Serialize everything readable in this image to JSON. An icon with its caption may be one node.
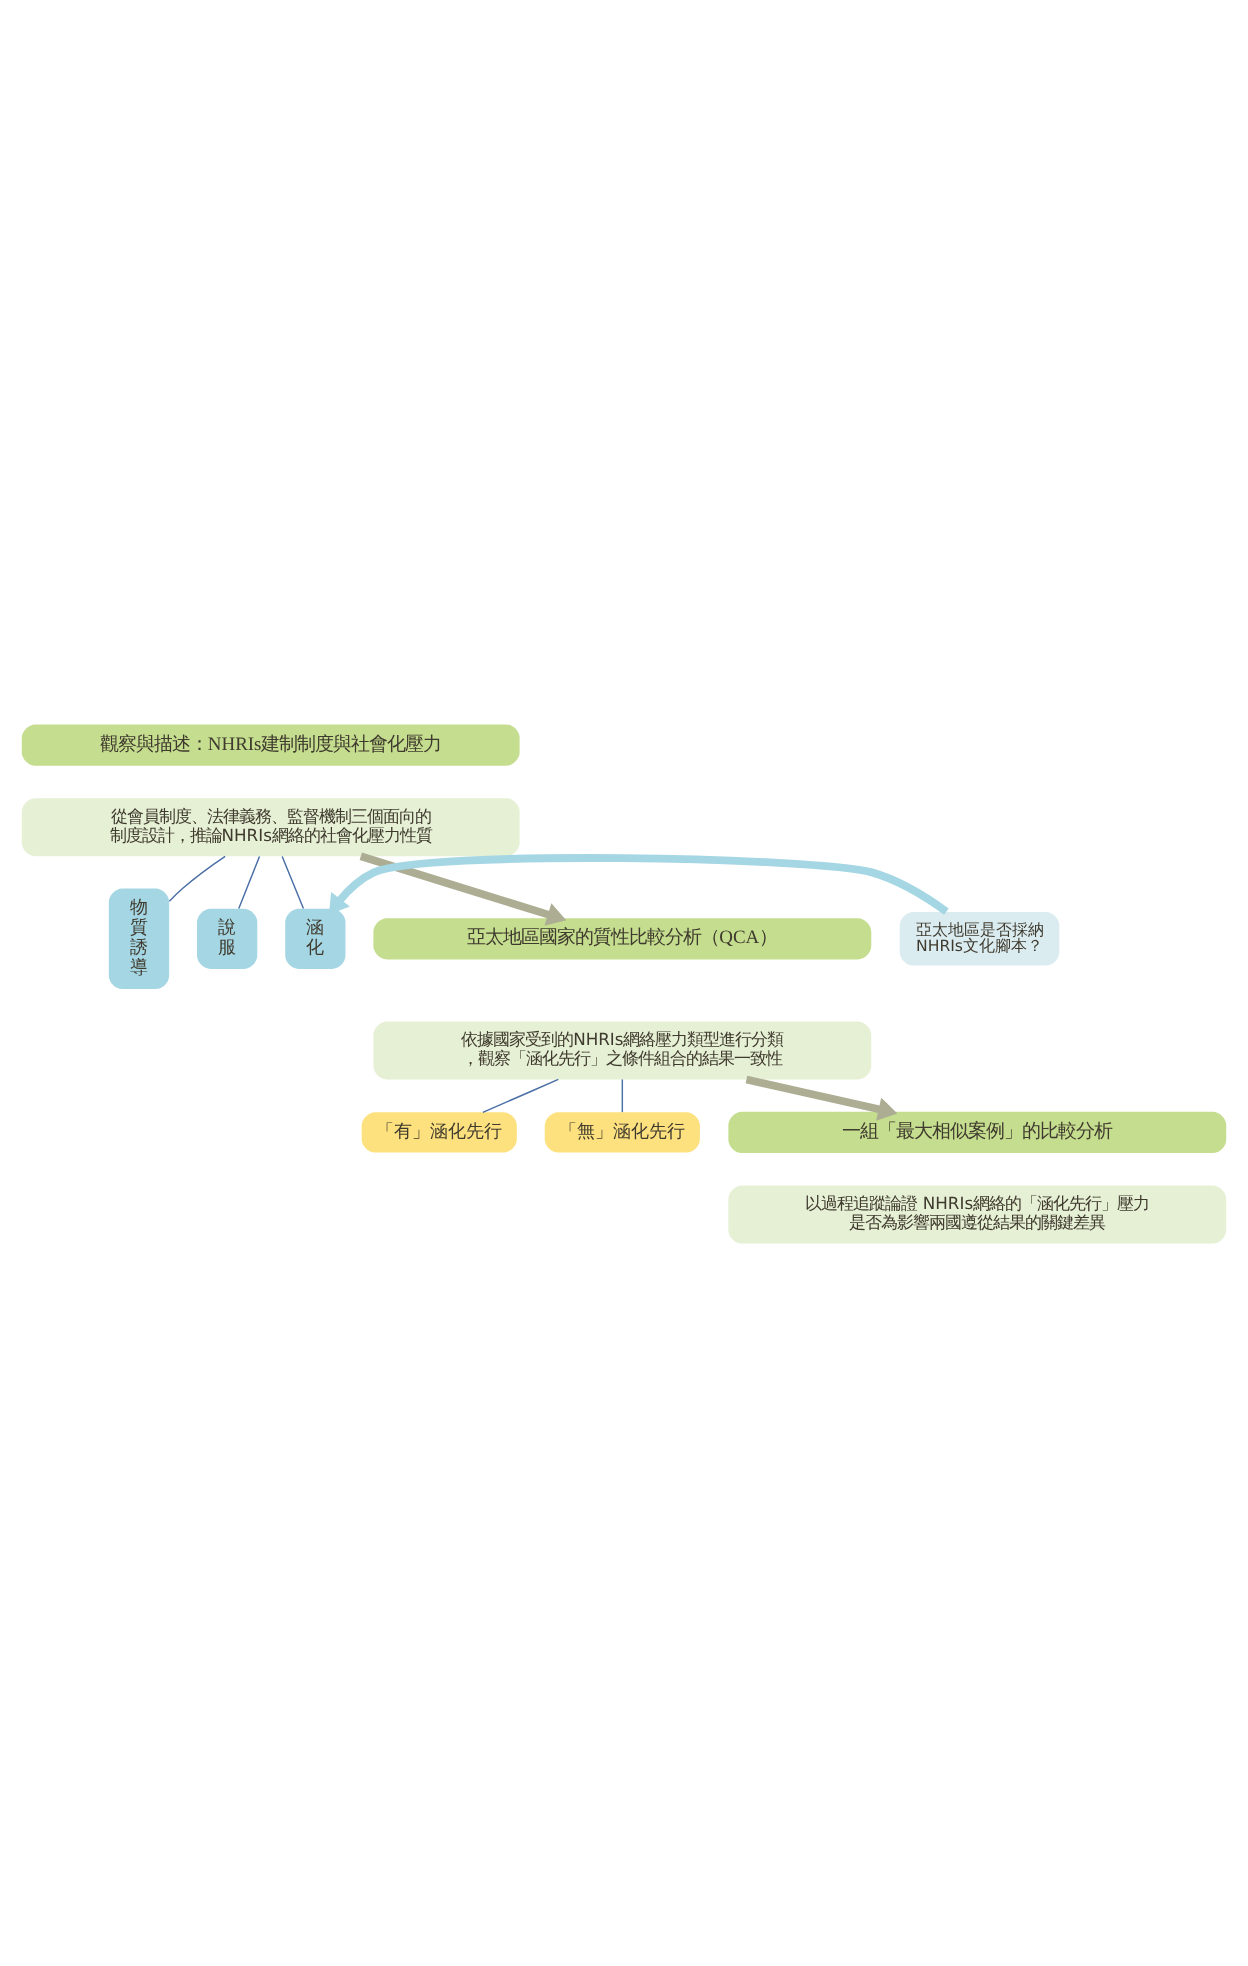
{
  "diagram": {
    "nodes": [
      {
        "text": [
          "觀察與描述：NHRIs建制制度與社會化壓力"
        ]
      },
      {
        "text": [
          "從會員制度、法律義務、監督機制三個面向的制度設計，推論NHRIs網絡的社會化壓力性質"
        ]
      },
      {
        "text": [
          "物質誘導"
        ]
      },
      {
        "text": [
          "說服"
        ]
      },
      {
        "text": [
          "涵化"
        ]
      },
      {
        "text": [
          "亞太地區是否採納NHRIs文化腳本？"
        ]
      },
      {
        "text": [
          "亞太地區國家的質性比較分析（QCA）"
        ]
      },
      {
        "text": [
          "依據國家受到的NHRIs網絡壓力類型進行分類，觀察「涵化先行」之條件組合的結果一致性"
        ]
      },
      {
        "text": [
          "「有」涵化先行"
        ]
      },
      {
        "text": [
          "「無」涵化先行"
        ]
      },
      {
        "text": [
          "一組「最大相似案例」的比較分析"
        ]
      },
      {
        "text": [
          "以過程追蹤論證 NHRIs網絡的「涵化先行」壓力是否為影響兩國遵從結果的關鍵差異"
        ]
      }
    ],
    "edges": [
      {
        "from": 1,
        "to": 2,
        "arrow": "none"
      },
      {
        "from": 1,
        "to": 3,
        "arrow": "none"
      },
      {
        "from": 1,
        "to": 4,
        "arrow": "none"
      },
      {
        "from": 5,
        "to": 4,
        "arrow": "to",
        "style": "thick",
        "color": "#a5d6e3"
      },
      {
        "from": 1,
        "to": 6,
        "arrow": "to",
        "style": "thick",
        "color": "#acad93"
      },
      {
        "from": 7,
        "to": 8,
        "arrow": "none"
      },
      {
        "from": 7,
        "to": 9,
        "arrow": "none"
      },
      {
        "from": 7,
        "to": 10,
        "arrow": "to",
        "style": "thick",
        "color": "#acad93"
      }
    ]
  }
}
